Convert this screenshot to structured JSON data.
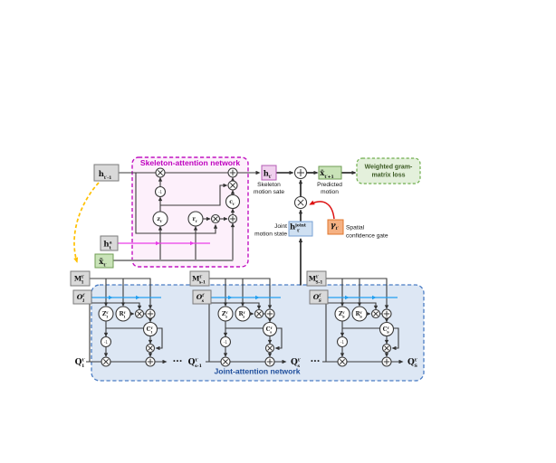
{
  "figure": {
    "skeleton_network": {
      "title": "Skeleton-attention network",
      "h_prev": {
        "main": "h",
        "sub": "t′-1"
      },
      "h_attention": {
        "main": "h",
        "sup": "a",
        "sub": "t"
      },
      "x_input": {
        "main": "x̃",
        "sub": "t′"
      },
      "gate_z": {
        "main": "z",
        "sub": "t′"
      },
      "gate_r": {
        "main": "r",
        "sub": "t′"
      },
      "gate_c": {
        "main": "c",
        "sub": "t′"
      },
      "minus_one": "-1"
    },
    "top_flow": {
      "h_state": {
        "main": "h",
        "sub": "t′"
      },
      "h_state_caption": [
        "Skeleton",
        "motion sate"
      ],
      "predicted": {
        "main": "x̄",
        "sub": "t′+1"
      },
      "predicted_caption": [
        "Predicted",
        "motion"
      ],
      "loss": [
        "Weighted gram-",
        "matrix loss"
      ],
      "h_joint": {
        "main": "h",
        "sup": "joint",
        "sub": "t′"
      },
      "h_joint_caption": [
        "Joint",
        "motion state"
      ],
      "gamma": {
        "main": "γ",
        "sub": "t′"
      },
      "gamma_caption": [
        "Spatial",
        "confidence gate"
      ]
    },
    "joint_network": {
      "title": "Joint-attention network",
      "blocks": [
        {
          "M": {
            "main": "M",
            "sup": "t′",
            "sub": "1"
          },
          "O": {
            "main": "O",
            "sup": "t′",
            "sub": "1"
          },
          "Z": {
            "main": "Z",
            "sup": "t′",
            "sub": "1"
          },
          "R": {
            "main": "R",
            "sup": "t′",
            "sub": "1"
          },
          "C": {
            "main": "C",
            "sup": "t′",
            "sub": "1"
          },
          "minus_one": "-1"
        },
        {
          "M": {
            "main": "M",
            "sup": "t′",
            "sub": "s-1"
          },
          "O": {
            "main": "O",
            "sup": "t′",
            "sub": "s"
          },
          "Z": {
            "main": "Z",
            "sup": "t′",
            "sub": "s"
          },
          "R": {
            "main": "R",
            "sup": "t′",
            "sub": "s"
          },
          "C": {
            "main": "C",
            "sup": "t′",
            "sub": "s"
          },
          "minus_one": "-1"
        },
        {
          "M": {
            "main": "M",
            "sup": "t′",
            "sub": "S-1"
          },
          "O": {
            "main": "O",
            "sup": "t′",
            "sub": "S"
          },
          "Z": {
            "main": "Z",
            "sup": "t′",
            "sub": "S"
          },
          "R": {
            "main": "R",
            "sup": "t′",
            "sub": "S"
          },
          "C": {
            "main": "C",
            "sup": "t′",
            "sub": "S"
          },
          "minus_one": "-1"
        }
      ],
      "q_labels": {
        "q1": {
          "main": "Q",
          "sup": "t′",
          "sub": "1"
        },
        "q_s_minus_1": {
          "main": "Q",
          "sup": "t′",
          "sub": "s-1"
        },
        "q_s": {
          "main": "Q",
          "sup": "t′",
          "sub": "s"
        },
        "q_S_out": {
          "main": "Q",
          "sup": "t′",
          "sub": "S"
        }
      },
      "ellipsis": "···"
    },
    "colors": {
      "skeleton_border": "#bf00bf",
      "joint_border": "#4a7cc4",
      "joint_fill": "#dde7f4",
      "attention_line_blue": "#22a0f0",
      "attention_line_magenta": "#ea3ce8",
      "feedback_arrow_yellow": "#ffc000",
      "confidence_arrow_red": "#dd1111",
      "loss_green": "#6fae4e",
      "gamma_orange": "#f5b183",
      "joint_state_blue": "#cfe0f2",
      "skeleton_state_pink": "#f0d0ee",
      "predicted_green": "#c9e3b8",
      "memory_gray": "#d9d9d9"
    }
  }
}
